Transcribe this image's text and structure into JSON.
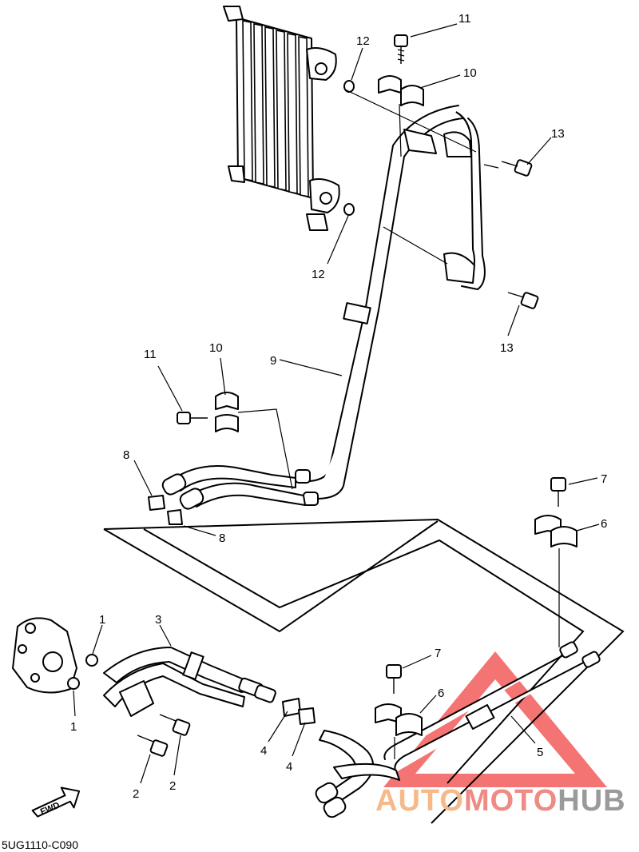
{
  "diagram": {
    "code": "5UG1110-C090",
    "fwd_label": "FWD",
    "callouts": [
      {
        "id": "c1a",
        "label": "1"
      },
      {
        "id": "c1b",
        "label": "1"
      },
      {
        "id": "c2a",
        "label": "2"
      },
      {
        "id": "c2b",
        "label": "2"
      },
      {
        "id": "c3",
        "label": "3"
      },
      {
        "id": "c4a",
        "label": "4"
      },
      {
        "id": "c4b",
        "label": "4"
      },
      {
        "id": "c5",
        "label": "5"
      },
      {
        "id": "c6a",
        "label": "6"
      },
      {
        "id": "c6b",
        "label": "6"
      },
      {
        "id": "c7a",
        "label": "7"
      },
      {
        "id": "c7b",
        "label": "7"
      },
      {
        "id": "c8a",
        "label": "8"
      },
      {
        "id": "c8b",
        "label": "8"
      },
      {
        "id": "c9",
        "label": "9"
      },
      {
        "id": "c10a",
        "label": "10"
      },
      {
        "id": "c10b",
        "label": "10"
      },
      {
        "id": "c11a",
        "label": "11"
      },
      {
        "id": "c11b",
        "label": "11"
      },
      {
        "id": "c12a",
        "label": "12"
      },
      {
        "id": "c12b",
        "label": "12"
      },
      {
        "id": "c13a",
        "label": "13"
      },
      {
        "id": "c13b",
        "label": "13"
      }
    ]
  },
  "watermark": {
    "part1": "AUTO",
    "part2": "MOTO",
    "part3": "HUB",
    "colors": {
      "auto": "#f5b98a",
      "moto": "#f08a84",
      "hub": "#9a9a9a",
      "triangle": "#f25a5a"
    }
  }
}
